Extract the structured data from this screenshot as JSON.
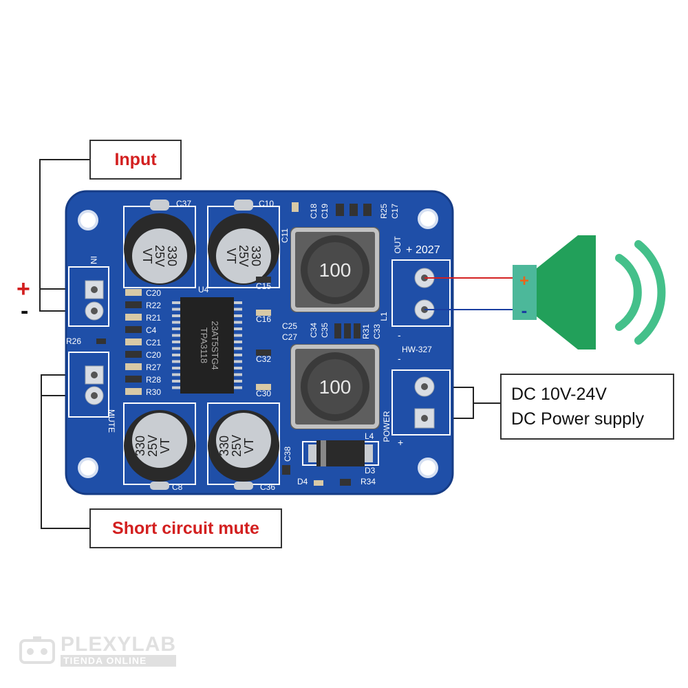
{
  "callouts": {
    "input": "Input",
    "mute": "Short circuit mute",
    "power_line1": "DC 10V-24V",
    "power_line2": "DC Power supply"
  },
  "input_signs": {
    "plus": "+",
    "minus": "-"
  },
  "speaker_signs": {
    "plus": "+",
    "minus": "-"
  },
  "board": {
    "model": "HW-327",
    "year": "2027",
    "chip_line1": "TPA3118",
    "chip_line2": "23AT5STG4",
    "chip_ref": "U4",
    "cap_value": "330",
    "cap_voltage": "25V",
    "cap_series": "VT",
    "inductor_value": "100",
    "cap_refs": [
      "C37",
      "C10",
      "C8",
      "C36"
    ],
    "smd_left": [
      "C20",
      "R22",
      "R21",
      "C4",
      "C21",
      "C20",
      "R27",
      "R28",
      "R30"
    ],
    "smd_mid": [
      "C15",
      "C16",
      "C25",
      "C27",
      "C32",
      "C30"
    ],
    "smd_top": [
      "C18",
      "C19",
      "R25",
      "C17",
      "C11"
    ],
    "smd_misc": [
      "C34",
      "C35",
      "R31",
      "C33",
      "L1",
      "L4",
      "C38",
      "D3",
      "D4",
      "R34",
      "R26"
    ],
    "labels": {
      "out": "OUT",
      "power": "POWER",
      "mute": "MUTE",
      "in": "IN",
      "out_plus": "+",
      "out_minus": "-",
      "pwr_minus": "-",
      "pwr_plus": "+"
    }
  },
  "watermark": {
    "brand": "PLEXYLAB",
    "sub": "TIENDA ONLINE"
  },
  "colors": {
    "pcb_blue": "#1f4fa8",
    "cap_body": "#2a2a2a",
    "speaker_green": "#22a05a",
    "wire_red": "#d32020",
    "wire_blue": "#1a3ea0"
  }
}
